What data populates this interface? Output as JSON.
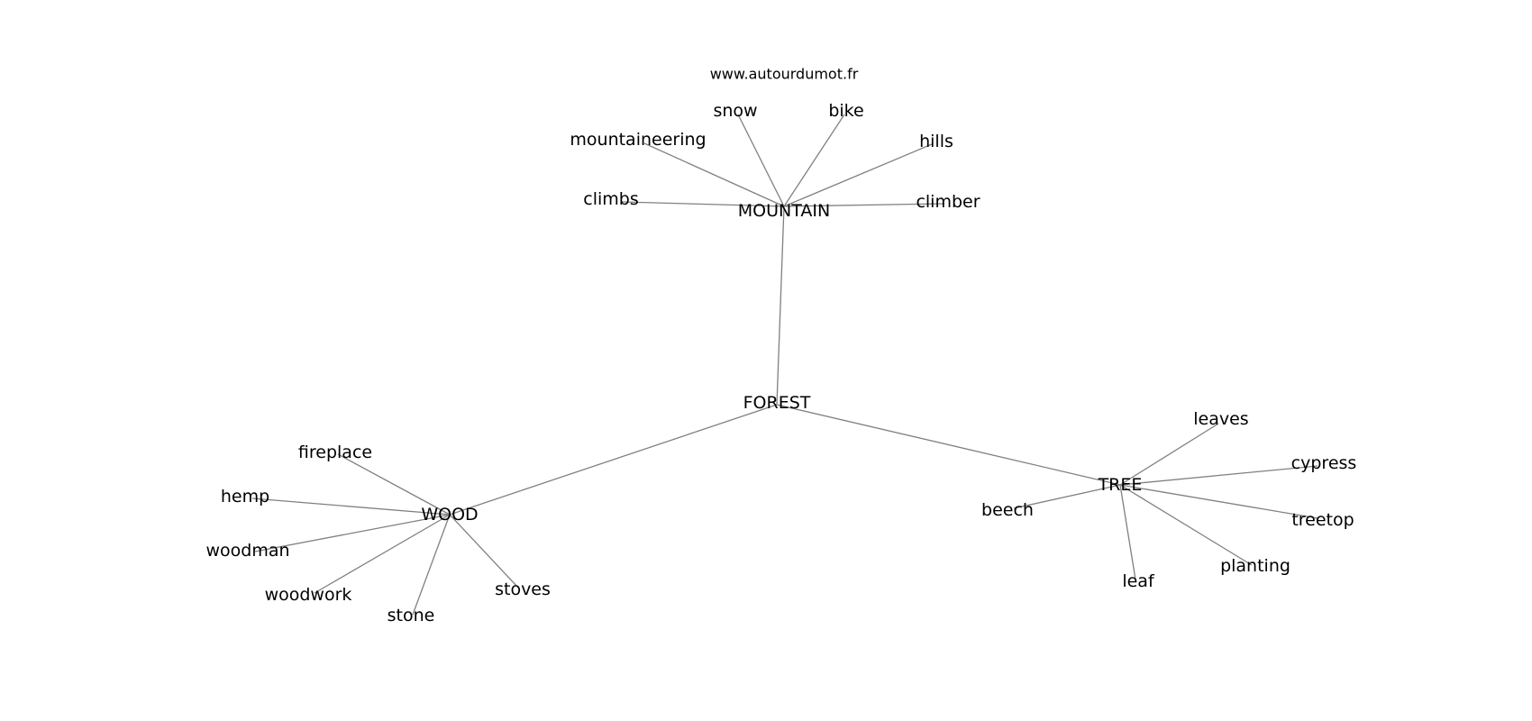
{
  "source": "www.autourdumot.fr",
  "center": "FOREST",
  "groups": [
    {
      "hub": "MOUNTAIN",
      "leaves": [
        "snow",
        "bike",
        "mountaineering",
        "hills",
        "climbs",
        "climber"
      ]
    },
    {
      "hub": "WOOD",
      "leaves": [
        "fireplace",
        "hemp",
        "woodman",
        "woodwork",
        "stone",
        "stoves"
      ]
    },
    {
      "hub": "TREE",
      "leaves": [
        "leaves",
        "cypress",
        "beech",
        "treetop",
        "planting",
        "leaf"
      ]
    }
  ]
}
